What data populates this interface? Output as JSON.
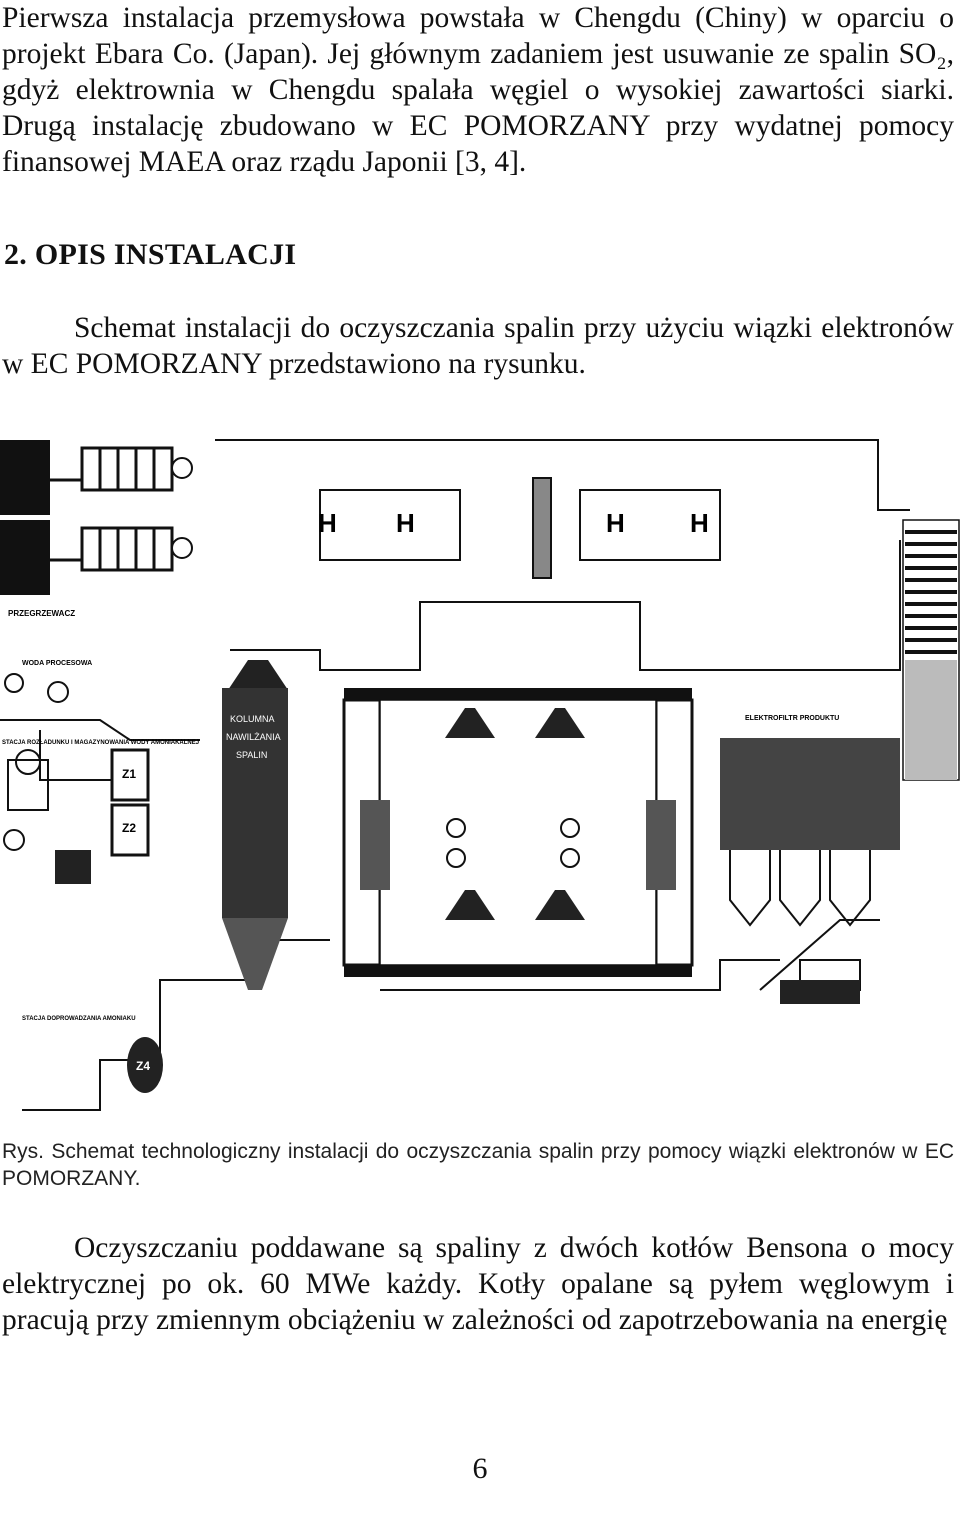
{
  "paragraphs": {
    "p1": "Pierwsza instalacja przemysłowa powstała w Chengdu (Chiny) w oparciu o projekt Ebara Co. (Japan). Jej głównym zadaniem jest usuwanie ze spalin SO₂, gdyż elektrownia w Chengdu spalała węgiel o wysokiej zawartości siarki. Drugą instalację zbudowano w EC POMORZANY przy wydatnej pomocy finansowej MAEA oraz rządu Japonii [3, 4].",
    "p2": "Schemat instalacji do oczyszczania spalin przy użyciu wiązki elektronów w EC POMORZANY przedstawiono na rysunku.",
    "p3": "Oczyszczaniu poddawane są spaliny z dwóch kotłów Bensona o mocy elektrycznej po ok. 60 MWe każdy. Kotły opalane są pyłem węglowym i pracują przy zmiennym obciążeniu w zależności od zapotrzebowania na energię"
  },
  "section_heading": "2. OPIS INSTALACJI",
  "figure": {
    "caption": "Rys. Schemat technologiczny instalacji do oczyszczania spalin przy pomocy wiązki elektronów w EC POMORZANY.",
    "labels": {
      "preheater": "PRZEGRZEWACZ",
      "process_water": "WODA PROCESOWA",
      "ammonia_station": "STACJA ROZŁADUNKU I MAGAZYNOWANIA WODY AMONIAKALNEJ",
      "column_line1": "KOLUMNA",
      "column_line2": "NAWILŻANIA",
      "column_line3": "SPALIN",
      "ammonia_dosing": "STACJA DOPROWADZANIA AMONIAKU",
      "product_label": "ELEKTROFILTR PRODUKTU",
      "z1": "Z1",
      "z2": "Z2",
      "z4": "Z4"
    }
  },
  "page_number": "6"
}
